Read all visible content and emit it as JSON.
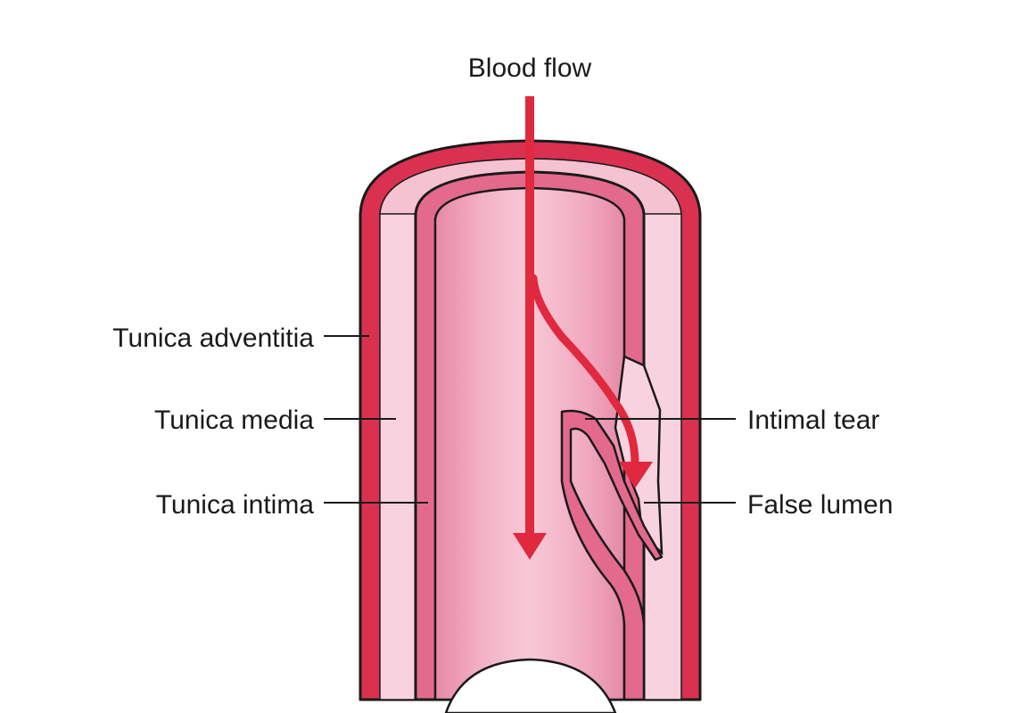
{
  "labels": {
    "blood_flow": "Blood flow",
    "tunica_adventitia": "Tunica adventitia",
    "tunica_media": "Tunica media",
    "tunica_intima": "Tunica intima",
    "intimal_tear": "Intimal tear",
    "false_lumen": "False lumen"
  },
  "colors": {
    "adventitia": "#d9314f",
    "media": "#f8d3df",
    "intima": "#e36a8c",
    "lumen": "#f2a5bd",
    "arrow": "#e0283f",
    "outline": "#1a1a1a"
  }
}
